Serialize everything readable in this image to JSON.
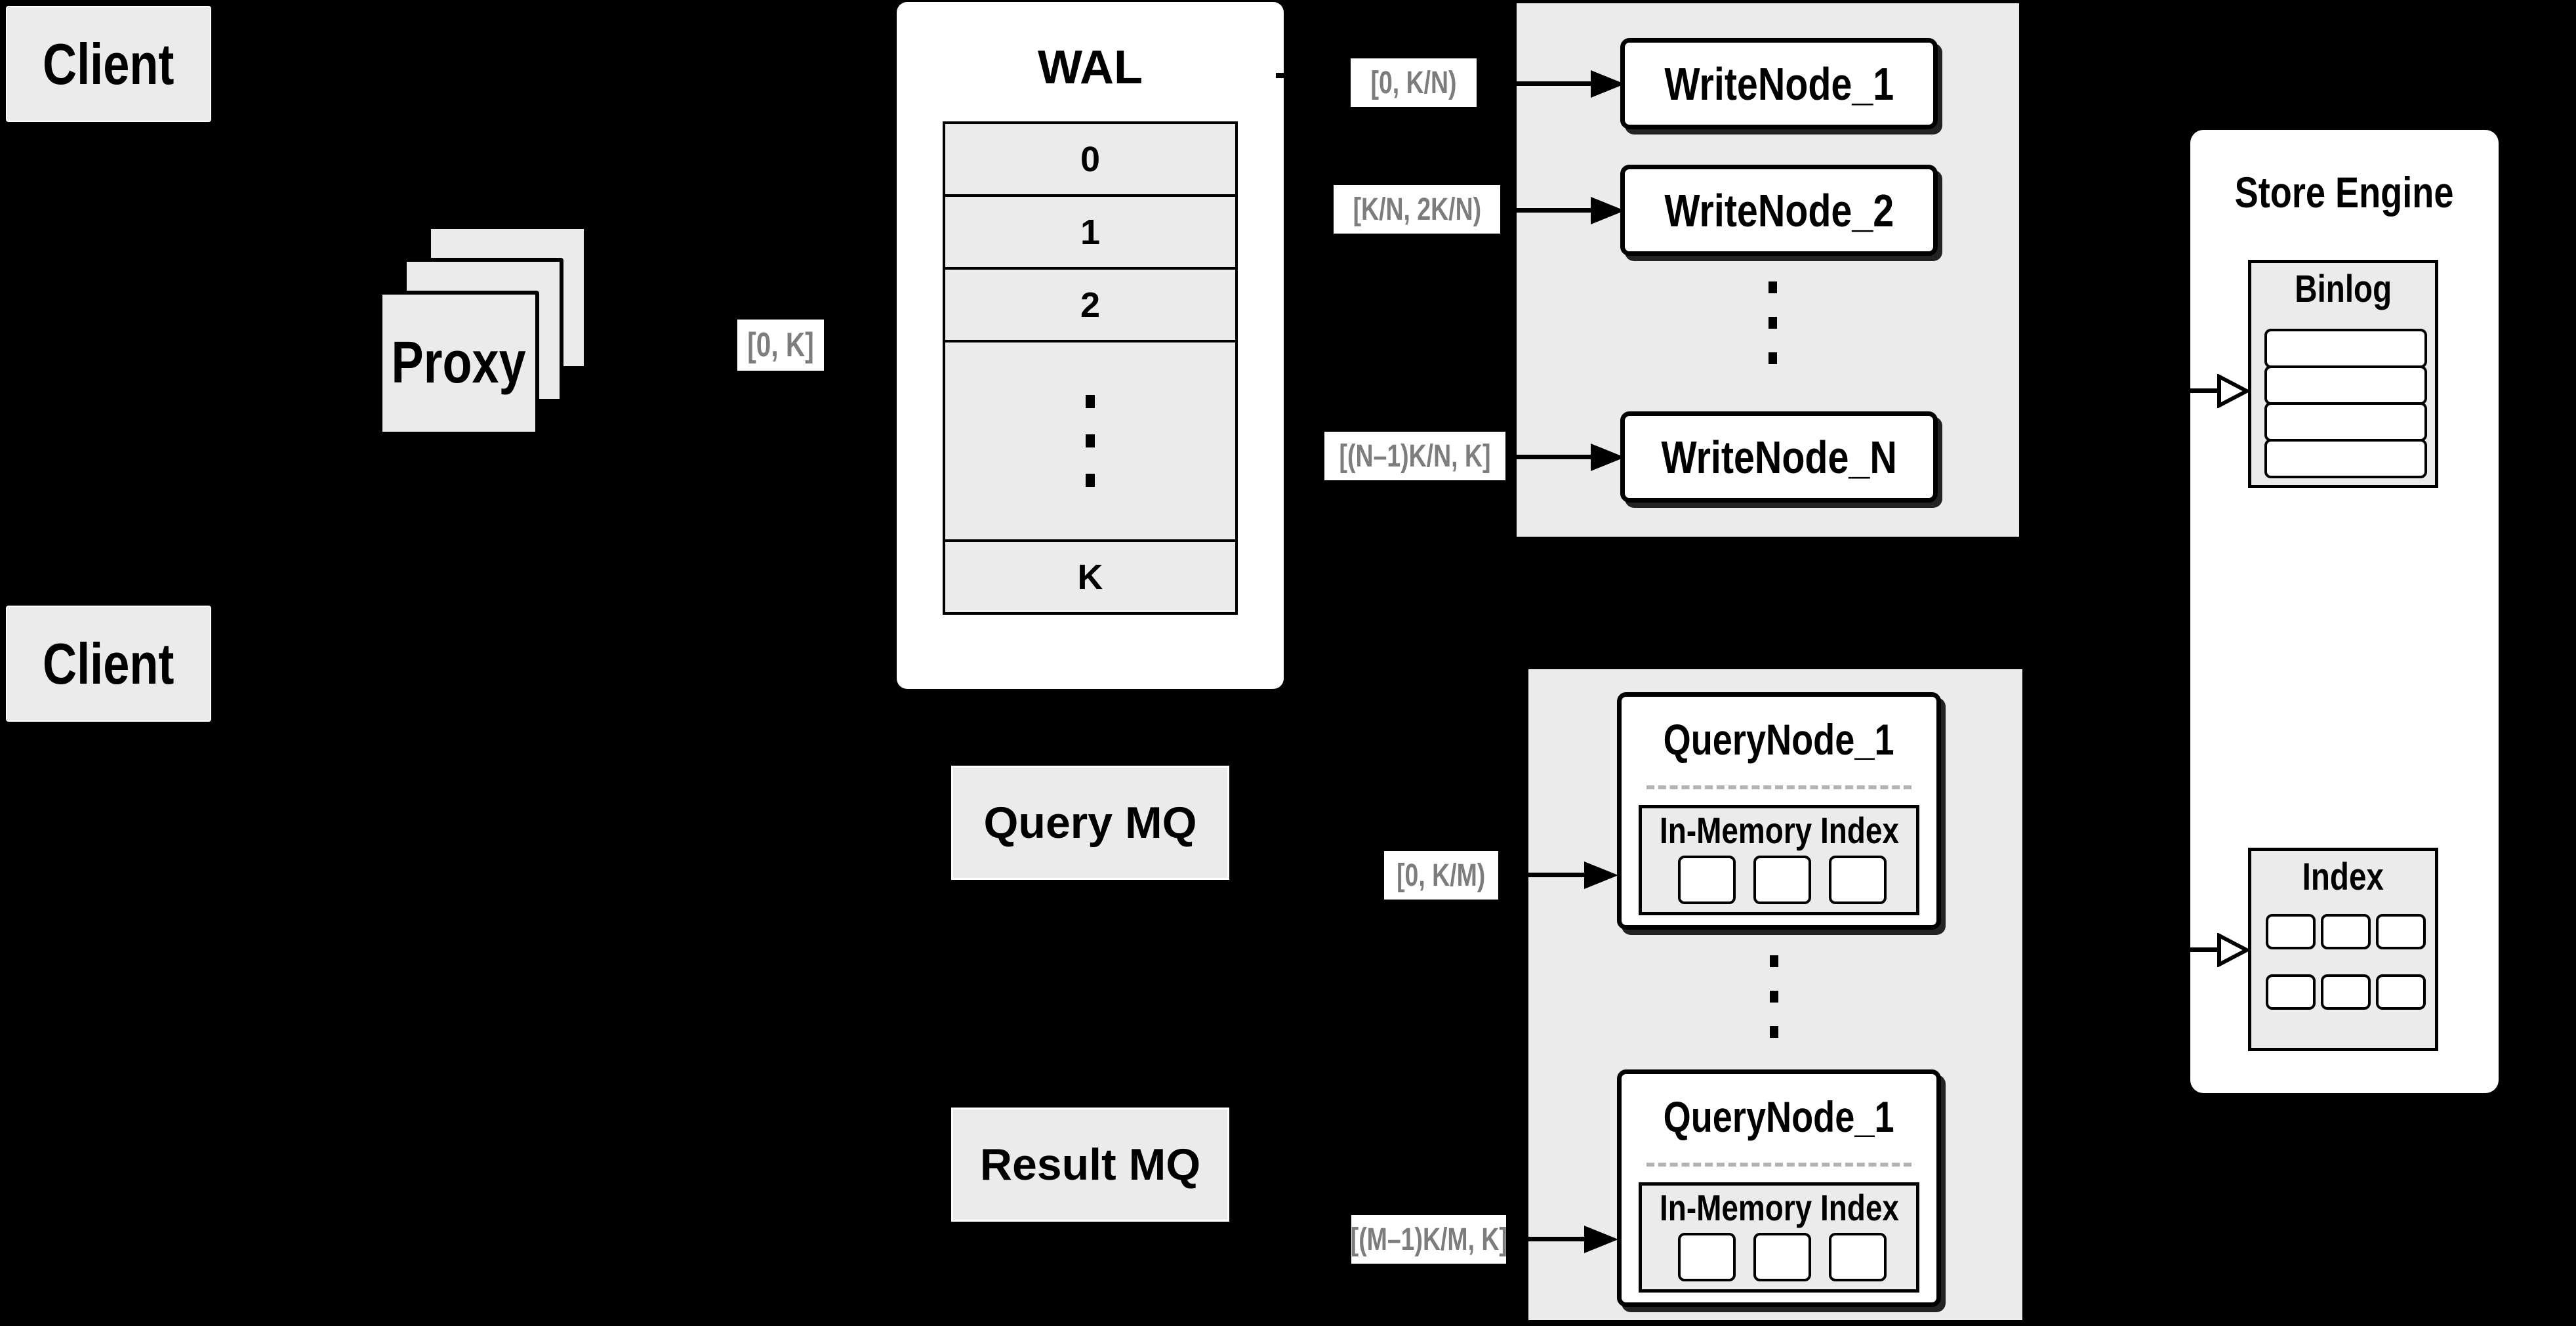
{
  "colors": {
    "background": "#000000",
    "box_fill": "#ebebeb",
    "panel_fill": "#ffffff",
    "line": "#000000",
    "range_label_text": "#7d7d7d"
  },
  "clients": {
    "top": "Client",
    "bottom": "Client"
  },
  "proxy": {
    "label": "Proxy",
    "flow_label": "[0, K]"
  },
  "wal": {
    "title": "WAL",
    "rows": [
      "0",
      "1",
      "2",
      "K"
    ]
  },
  "write_nodes": [
    {
      "label": "WriteNode_1",
      "range": "[0,  K/N)"
    },
    {
      "label": "WriteNode_2",
      "range": "[K/N, 2K/N)"
    },
    {
      "label": "WriteNode_N",
      "range": "[(N–1)K/N,  K]"
    }
  ],
  "mq": {
    "query": "Query MQ",
    "result": "Result MQ"
  },
  "query_nodes": [
    {
      "title": "QueryNode_1",
      "inmem": "In-Memory Index",
      "range": "[0, K/M)"
    },
    {
      "title": "QueryNode_1",
      "inmem": "In-Memory Index",
      "range": "[(M–1)K/M, K]"
    }
  ],
  "store_engine": {
    "title": "Store Engine",
    "binlog": "Binlog",
    "index": "Index"
  }
}
